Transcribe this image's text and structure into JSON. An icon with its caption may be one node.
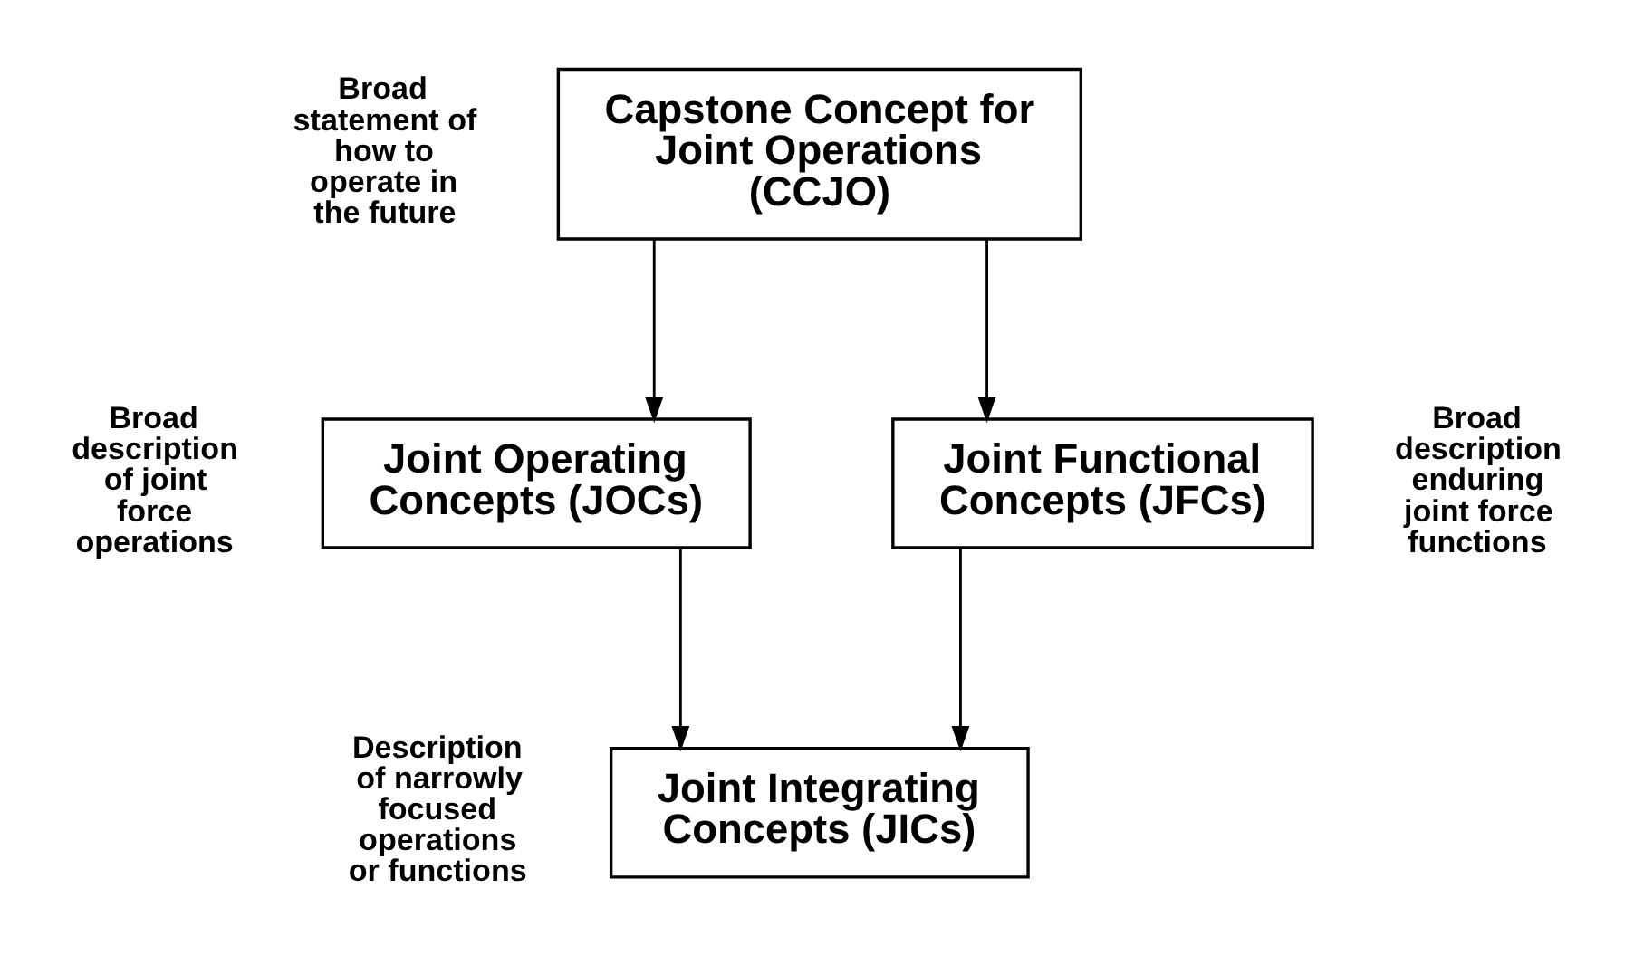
{
  "diagram": {
    "nodes": [
      {
        "text": [
          "Capstone Concept for Joint Operations (CCJO)"
        ],
        "beside": [
          "Broad statement of how to operate in the future"
        ]
      },
      {
        "text": [
          "Joint Operating Concepts (JOCs)"
        ],
        "beside": [
          "Broad description of joint force operations"
        ]
      },
      {
        "text": [
          "Joint Functional Concepts (JFCs)"
        ],
        "beside": [
          "Broad description enduring joint force functions"
        ]
      },
      {
        "text": [
          "Joint Integrating Concepts (JICs)"
        ],
        "beside": [
          "Description of narrowly focused operations or functions"
        ]
      }
    ],
    "edges": [
      {
        "from": 0,
        "to": 1,
        "arrow": "to"
      },
      {
        "from": 0,
        "to": 2,
        "arrow": "to"
      },
      {
        "from": 1,
        "to": 3,
        "arrow": "to"
      },
      {
        "from": 2,
        "to": 3,
        "arrow": "to"
      }
    ]
  }
}
